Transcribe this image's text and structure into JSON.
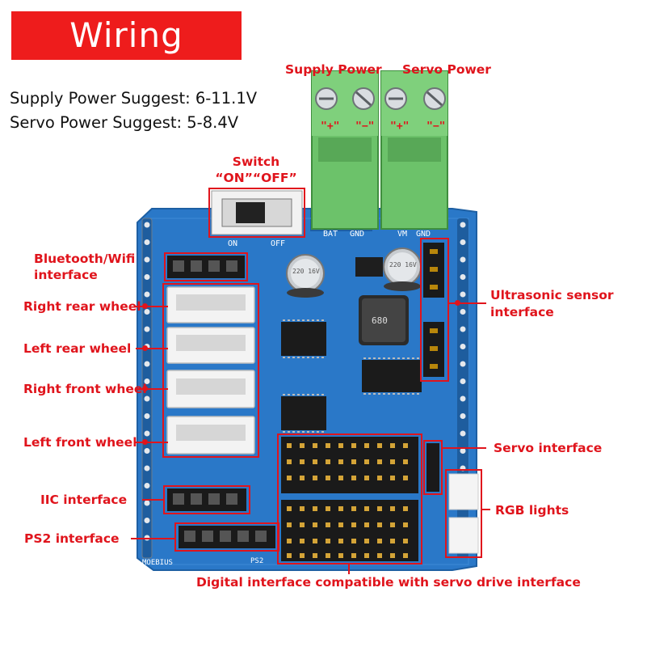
{
  "title": "Wiring",
  "specs": {
    "supply": "Supply Power Suggest: 6-11.1V",
    "servo": "Servo Power Suggest: 5-8.4V"
  },
  "labels": {
    "supply_power": "Supply Power",
    "servo_power": "Servo Power",
    "switch_line1": "Switch",
    "switch_line2": "“ON”“OFF”",
    "bluetooth_line1": "Bluetooth/Wifi",
    "bluetooth_line2": "interface",
    "right_rear": "Right rear wheel",
    "left_rear": "Left rear wheel",
    "right_front": "Right front wheel",
    "left_front": "Left front wheel",
    "iic": "IIC interface",
    "ps2": "PS2 interface",
    "ultrasonic_line1": "Ultrasonic sensor",
    "ultrasonic_line2": "interface",
    "servo_interface": "Servo interface",
    "rgb": "RGB lights",
    "digital": "Digital interface compatible with servo drive interface"
  },
  "board_silkscreen": {
    "bat": "BAT",
    "gnd1": "GND",
    "vm": "VM",
    "gnd2": "GND",
    "on": "ON",
    "off": "OFF",
    "logo": "MOEBIUS",
    "ps2": "PS2",
    "cap1": "220 16V",
    "cap2": "220 16V",
    "inductor": "680"
  },
  "colors": {
    "accent_red": "#e0141c",
    "board_blue": "#2a78c8",
    "terminal_green": "#6cc26a"
  }
}
